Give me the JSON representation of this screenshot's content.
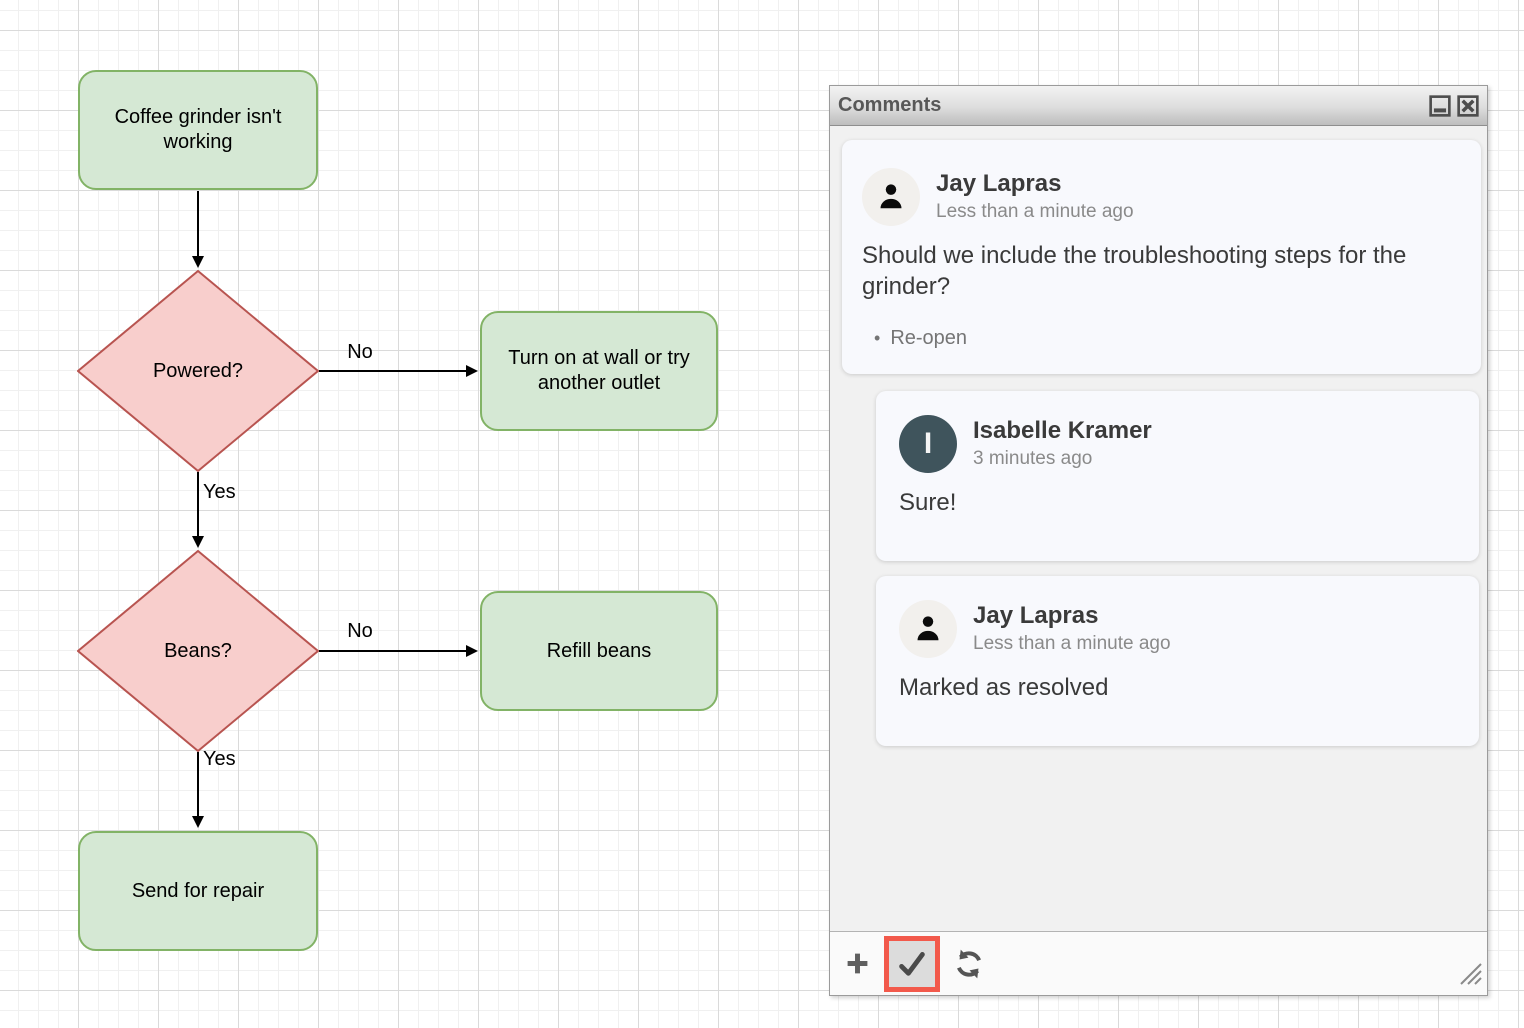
{
  "canvas": {
    "background": "#ffffff",
    "grid_minor_color": "#f0f0f0",
    "grid_major_color": "#dadada"
  },
  "flowchart": {
    "nodes": [
      {
        "label": "Coffee grinder isn't working",
        "type": "process",
        "fill": "#d5e8d4",
        "stroke": "#82b366"
      },
      {
        "label": "Powered?",
        "type": "decision",
        "fill": "#f8cecc",
        "stroke": "#b85450"
      },
      {
        "label": "Turn on at wall or try another outlet",
        "type": "process",
        "fill": "#d5e8d4",
        "stroke": "#82b366"
      },
      {
        "label": "Beans?",
        "type": "decision",
        "fill": "#f8cecc",
        "stroke": "#b85450"
      },
      {
        "label": "Refill beans",
        "type": "process",
        "fill": "#d5e8d4",
        "stroke": "#82b366"
      },
      {
        "label": "Send for repair",
        "type": "process",
        "fill": "#d5e8d4",
        "stroke": "#82b366"
      }
    ],
    "edge_labels": [
      {
        "label": "No"
      },
      {
        "label": "Yes"
      },
      {
        "label": "No"
      },
      {
        "label": "Yes"
      }
    ]
  },
  "comments_window": {
    "title": "Comments",
    "window_buttons": {
      "minimize": "minimize",
      "close": "close"
    },
    "comments": [
      {
        "author": "Jay Lapras",
        "time": "Less than a minute ago",
        "text": "Should we include the troubleshooting steps for the grinder?",
        "action_bullet": "•",
        "action": "Re-open",
        "avatar_type": "person"
      },
      {
        "author": "Isabelle Kramer",
        "time": "3 minutes ago",
        "text": "Sure!",
        "avatar_type": "letter",
        "avatar_letter": "I",
        "avatar_color": "#3f545c"
      },
      {
        "author": "Jay Lapras",
        "time": "Less than a minute ago",
        "text": "Marked as resolved",
        "avatar_type": "person"
      }
    ],
    "toolbar": {
      "icons": [
        "add-comment",
        "resolve-comment",
        "refresh-comments"
      ],
      "highlight_color": "#f2594b"
    }
  }
}
